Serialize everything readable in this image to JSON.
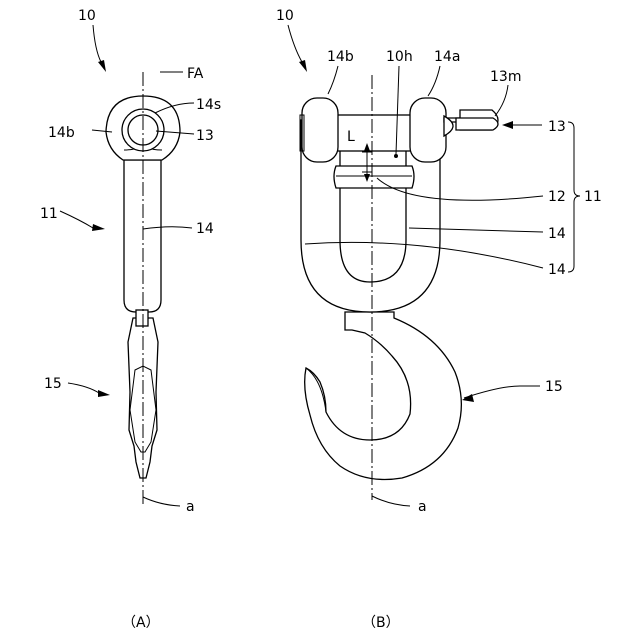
{
  "figure_a": {
    "panel_label": "（A）",
    "ref_assembly": "10",
    "ref_axis": "FA",
    "ref_eye_hole": "14s",
    "ref_eye": "14b",
    "ref_pin": "13",
    "ref_swivel": "11",
    "ref_body": "14",
    "ref_hook": "15",
    "ref_axis_line": "a"
  },
  "figure_b": {
    "panel_label": "（B）",
    "ref_assembly": "10",
    "ref_eye_left": "14b",
    "ref_hole": "10h",
    "ref_eye_right": "14a",
    "ref_pin_end": "13m",
    "ref_gap": "L",
    "ref_pin": "13",
    "ref_collar": "12",
    "ref_group": "11",
    "ref_body_1": "14",
    "ref_body_2": "14",
    "ref_hook": "15",
    "ref_axis_line": "a"
  }
}
